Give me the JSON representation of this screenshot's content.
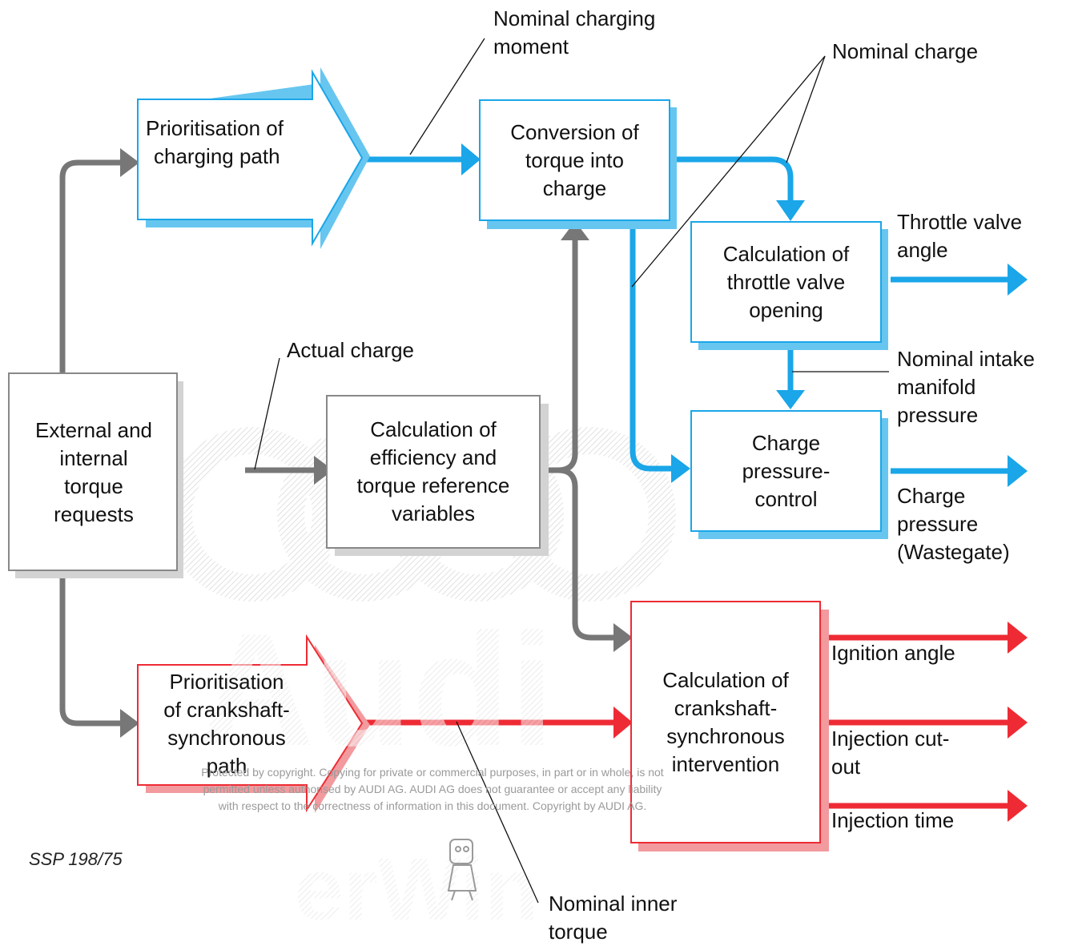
{
  "watermark": {
    "brand": "Audi",
    "word": "erWin",
    "copyright_line1": "Protected by copyright. Copying for private or commercial purposes, in part or in whole, is not",
    "copyright_line2": "permitted unless authorised by AUDI AG. AUDI AG does not guarantee or accept any liability",
    "copyright_line3": "with respect to the correctness of information in this document. Copyright by AUDI AG."
  },
  "figure_id": "SSP 198/75",
  "colors": {
    "blue": "#1aa6e8",
    "blue_shadow": "#67c6f0",
    "red": "#ee2b34",
    "red_shadow": "#f29a9e",
    "gray": "#777777",
    "gray_shadow": "#d3d3d3"
  },
  "boxes": {
    "external": [
      "External and",
      "internal",
      "torque",
      "requests"
    ],
    "prio_charging": [
      "Prioritisation of",
      "charging path"
    ],
    "conversion": [
      "Conversion of",
      "torque into",
      "charge"
    ],
    "throttle": [
      "Calculation of",
      "throttle valve",
      "opening"
    ],
    "charge_pressure": [
      "Charge",
      "pressure-",
      "control"
    ],
    "efficiency": [
      "Calculation of",
      "efficiency and",
      "torque reference",
      "variables"
    ],
    "prio_crank": [
      "Prioritisation",
      "of crankshaft-",
      "synchronous",
      "path"
    ],
    "crank_sync": [
      "Calculation of",
      "crankshaft-",
      "synchronous",
      "intervention"
    ]
  },
  "labels": {
    "nominal_charging_moment": [
      "Nominal charging",
      "moment"
    ],
    "nominal_charge": "Nominal charge",
    "throttle_angle": [
      "Throttle valve",
      "angle"
    ],
    "actual_charge": "Actual charge",
    "nominal_intake": [
      "Nominal intake",
      "manifold",
      "pressure"
    ],
    "charge_pressure_out": [
      "Charge",
      "pressure",
      "(Wastegate)"
    ],
    "ignition_angle": "Ignition angle",
    "injection_cutout": [
      "Injection cut-",
      "out"
    ],
    "injection_time": "Injection time",
    "nominal_inner_torque": [
      "Nominal inner",
      "torque"
    ]
  }
}
